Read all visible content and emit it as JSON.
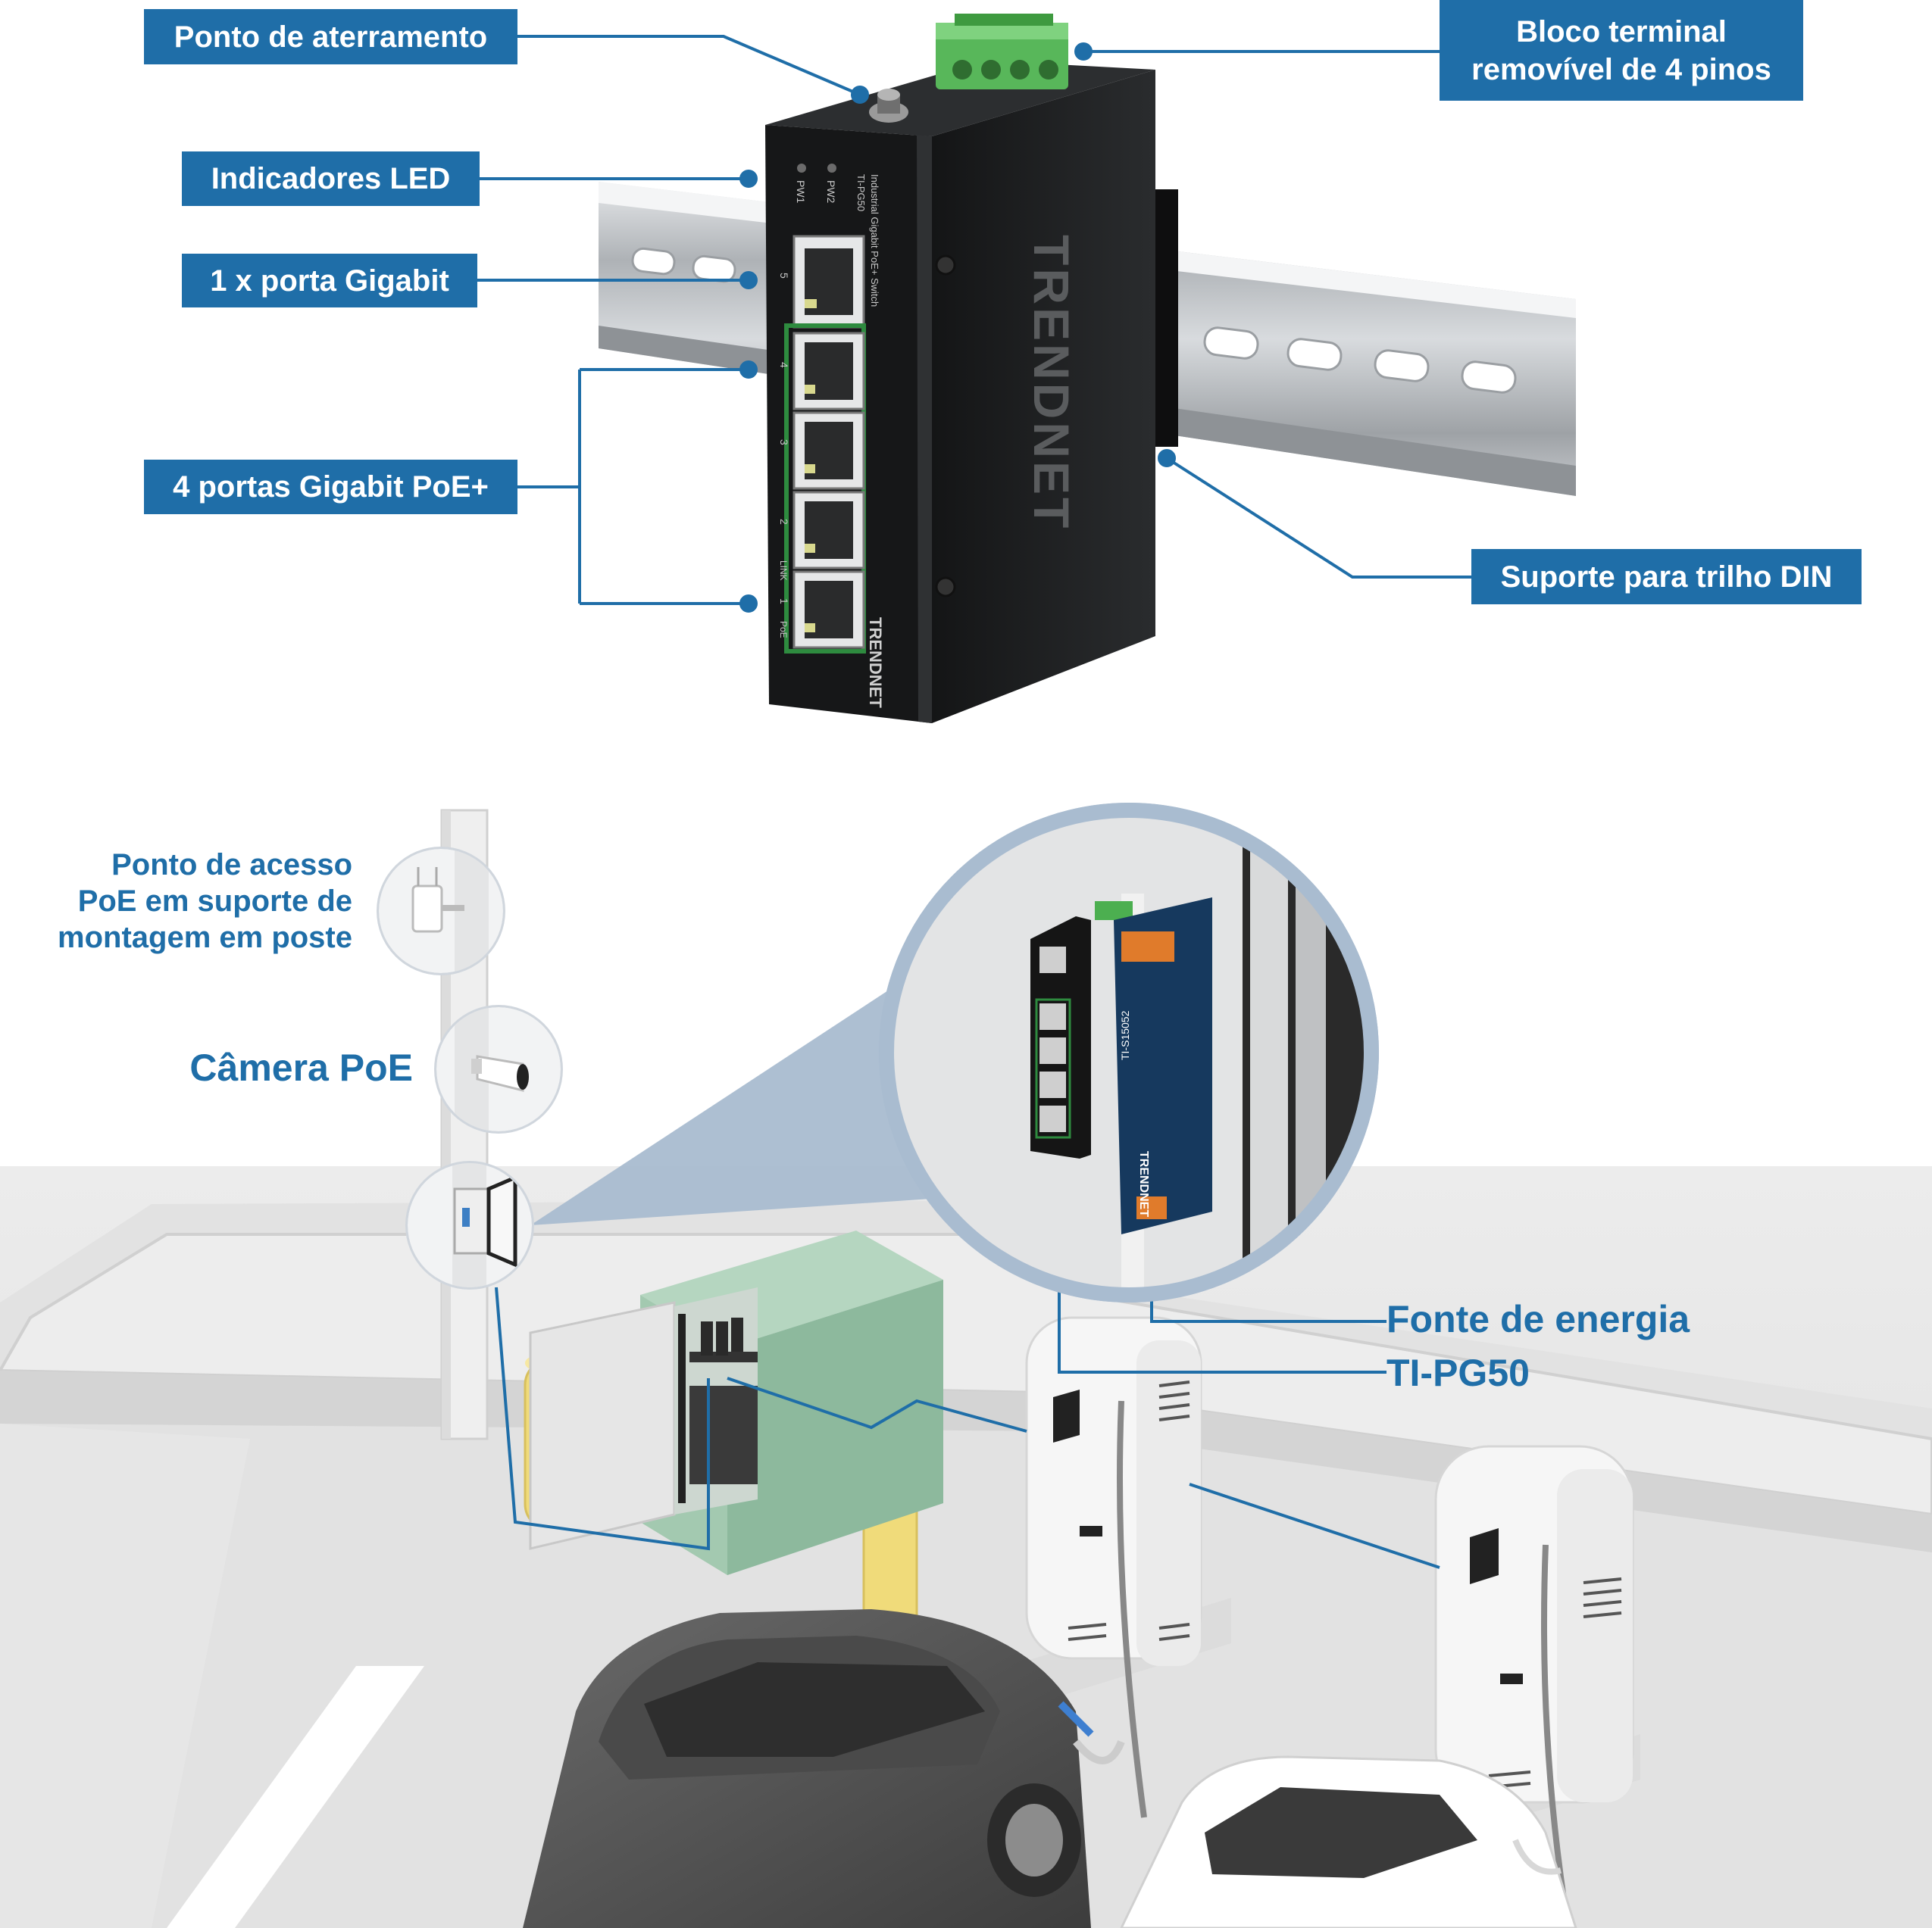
{
  "colors": {
    "label_blue": "#1f6ea8",
    "switch_body": "#1b1c1e",
    "rail_steel": "#b8bcc0",
    "cabinet_green": "#92bfa3",
    "bollard_yellow": "#f0db7a",
    "terminal_green": "#4caf50"
  },
  "switch_callouts": {
    "ground": "Ponto de aterramento",
    "terminal_line1": "Bloco terminal",
    "terminal_line2": "removível de 4 pinos",
    "led": "Indicadores LED",
    "gigabit_port": "1 x porta Gigabit",
    "poe_ports": "4 portas Gigabit PoE+",
    "din_rail": "Suporte para trilho DIN"
  },
  "switch_markings": {
    "brand": "TRENDNET",
    "front_brand": "TRENDNET",
    "product_line": "Industrial Gigabit PoE+ Switch",
    "model": "TI-PG50",
    "led_pw1": "PW1",
    "led_pw2": "PW2",
    "port_numbers": [
      "5",
      "4",
      "3",
      "2",
      "1"
    ],
    "link_label": "LINK",
    "poe_label": "PoE"
  },
  "install_labels": {
    "ap_line1": "Ponto de acesso",
    "ap_line2": "PoE em suporte de",
    "ap_line3": "montagem em poste",
    "camera": "Câmera PoE",
    "power_supply": "Fonte de energia",
    "switch_model": "TI-PG50"
  },
  "power_supply_markings": {
    "model": "TI-S15052",
    "brand": "TRENDNET"
  },
  "icons": [
    "ground-screw-icon",
    "terminal-block-icon",
    "rj45-port-icon",
    "pole-access-point-icon",
    "bullet-camera-icon",
    "enclosure-icon",
    "ev-charger-icon",
    "car-icon"
  ]
}
